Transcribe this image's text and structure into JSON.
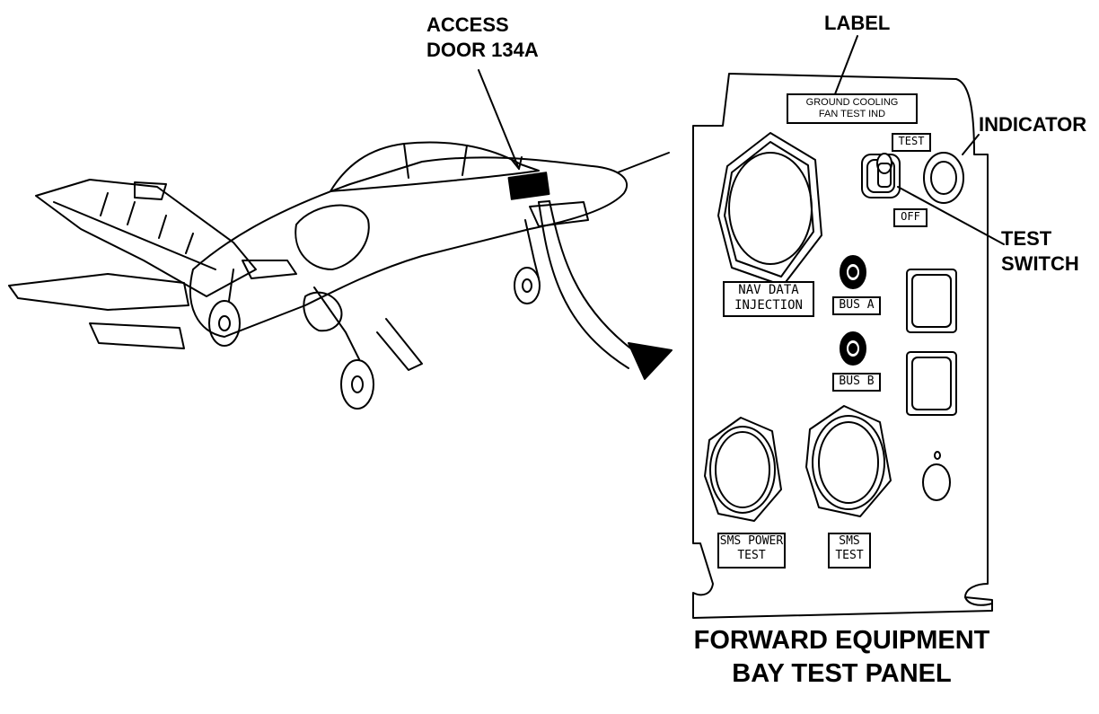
{
  "callouts": {
    "access_door": "ACCESS\nDOOR 134A",
    "label": "LABEL",
    "indicator": "INDICATOR",
    "test_switch": "TEST\nSWITCH"
  },
  "panel": {
    "label_plate": "GROUND COOLING\nFAN TEST IND",
    "switch_test": "TEST",
    "switch_off": "OFF",
    "nav_data": "NAV DATA\nINJECTION",
    "bus_a": "BUS A",
    "bus_b": "BUS B",
    "sms_power": "SMS POWER\nTEST",
    "sms_test": "SMS\nTEST"
  },
  "caption": "FORWARD EQUIPMENT\nBAY TEST PANEL"
}
